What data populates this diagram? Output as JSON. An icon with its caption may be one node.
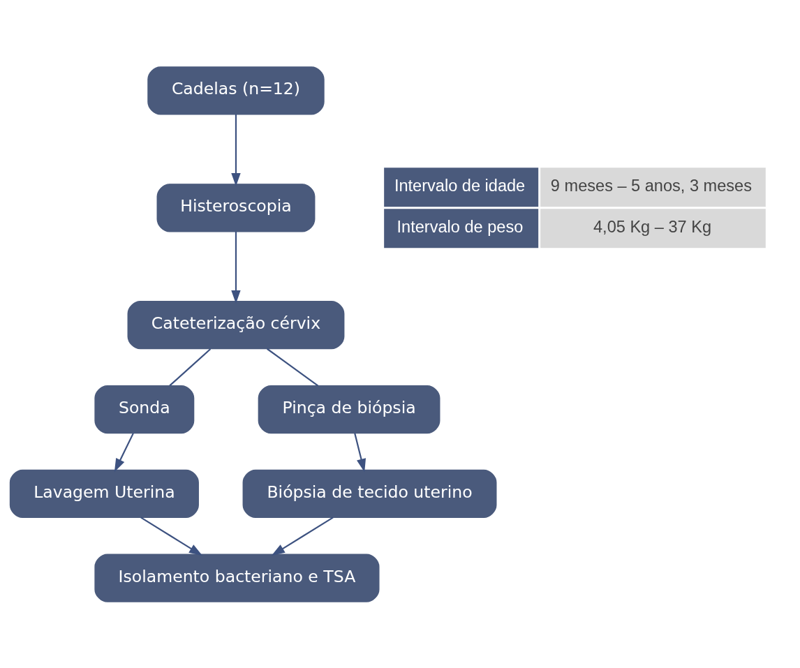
{
  "diagram": {
    "nodes": [
      {
        "text": [
          "Cadelas (n=12)"
        ]
      },
      {
        "text": [
          "Histeroscopia"
        ]
      },
      {
        "text": [
          "Cateterização cérvix"
        ]
      },
      {
        "text": [
          "Sonda"
        ]
      },
      {
        "text": [
          "Pinça de biópsia"
        ]
      },
      {
        "text": [
          "Lavagem Uterina"
        ]
      },
      {
        "text": [
          "Biópsia de tecido uterino"
        ]
      },
      {
        "text": [
          "Isolamento bacteriano e TSA"
        ]
      }
    ],
    "edges": [
      {
        "from": 0,
        "to": 1,
        "arrow": "to"
      },
      {
        "from": 1,
        "to": 2,
        "arrow": "to"
      },
      {
        "from": 2,
        "to": 3,
        "arrow": "none"
      },
      {
        "from": 2,
        "to": 4,
        "arrow": "none"
      },
      {
        "from": 3,
        "to": 5,
        "arrow": "to"
      },
      {
        "from": 4,
        "to": 6,
        "arrow": "to"
      },
      {
        "from": 5,
        "to": 7,
        "arrow": "to"
      },
      {
        "from": 6,
        "to": 7,
        "arrow": "to"
      }
    ],
    "labels": [
      "Intervalo de idade",
      "9 meses – 5 anos, 3 meses",
      "Intervalo de peso",
      "4,05 Kg – 37 Kg"
    ]
  }
}
